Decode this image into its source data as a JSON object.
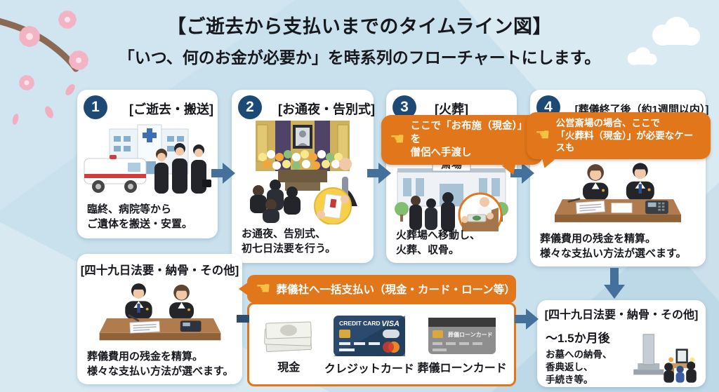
{
  "title": "【ご逝去から支払いまでのタイムライン図】",
  "subtitle": "「いつ、何のお金が必要か」を時系列のフローチャートにします。",
  "colors": {
    "background": "#c9e1ed",
    "accent_orange": "#e2761a",
    "badge_navy": "#1d4a75",
    "arrow_blue": "#44719b",
    "finger_yellow": "#f6c244"
  },
  "steps": [
    {
      "number": "1",
      "header": "[ご逝去・搬送]",
      "caption": "臨終、病院等から\nご遺体を搬送・安置。"
    },
    {
      "number": "2",
      "header": "[お通夜・告別式]",
      "caption": "お通夜、告別式、\n初七日法要を行う。"
    },
    {
      "number": "3",
      "header": "[火葬]",
      "caption": "火葬場へ移動し、\n火葬、収骨。"
    },
    {
      "number": "4",
      "header": "[葬儀終了後（約1週間以内）]",
      "caption": "葬儀費用の残金を精算。\n様々な支払い方法が選べます。"
    }
  ],
  "callouts": {
    "ofuse": "ここで「お布施（現金）」を\n僧侶へ手渡し",
    "kasoryo": "公営斎場の場合、ここで\n「火葬料（現金）」が必要なケースも",
    "ikkatsu": "葬儀社へ一括支払い（現金・カード・ローン等）"
  },
  "bottom_left": {
    "header": "[四十九日法要・納骨・その他]",
    "caption": "葬儀費用の残金を精算。\n様々な支払い方法が選べます。"
  },
  "payment_methods": [
    {
      "label": "現金"
    },
    {
      "label": "クレジットカード"
    },
    {
      "label": "葬儀ローンカード"
    }
  ],
  "card_text": {
    "credit_brand": "CREDIT CARD",
    "visa": "VISA",
    "loan_label": "葬儀ローンカード"
  },
  "bottom_right": {
    "header": "[四十九日法要・納骨・その他]",
    "when": "～1.5か月後",
    "caption": "お墓への納骨、\n香典返し、\n手続き等。"
  },
  "labels": {
    "saijo_sign": "斎場"
  }
}
